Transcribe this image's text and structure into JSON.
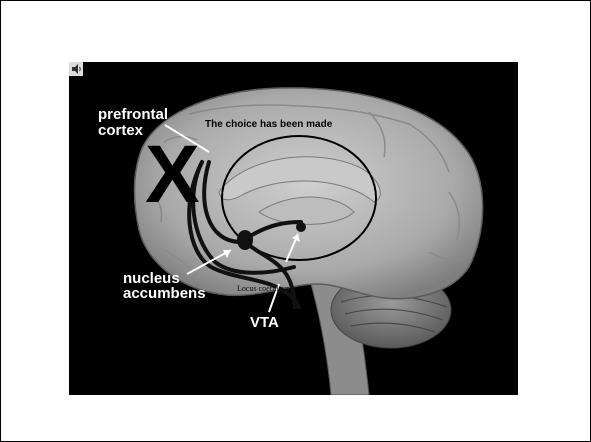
{
  "diagram": {
    "labels": {
      "prefrontal_line1": "prefrontal",
      "prefrontal_line2": "cortex",
      "nucleus_line1": "nucleus",
      "nucleus_line2": "accumbens",
      "vta": "VTA",
      "locus": "Locus coeruleus",
      "choice": "The choice has been made",
      "x_mark": "X"
    },
    "colors": {
      "background": "#000000",
      "brain": "#b5b5b5",
      "label": "#ffffff",
      "pathway": "#1a1a1a"
    },
    "icons": [
      "sound-icon"
    ]
  }
}
